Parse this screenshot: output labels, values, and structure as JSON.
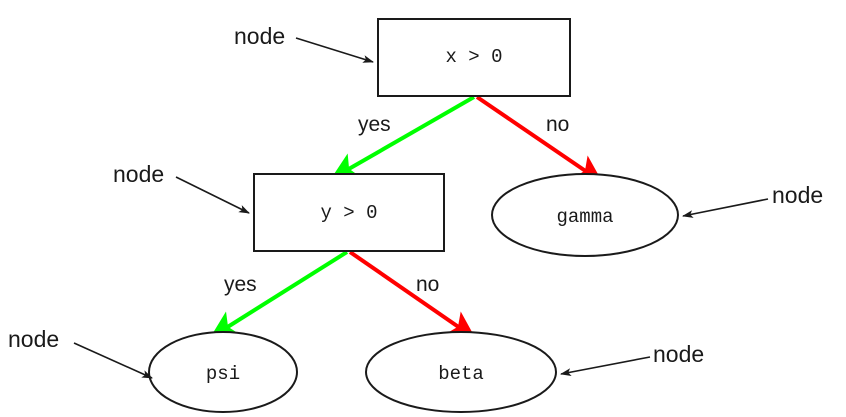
{
  "diagram": {
    "type": "decision-tree",
    "background_color": "#ffffff",
    "colors": {
      "yes_edge": "#00ff00",
      "no_edge": "#ff0000",
      "stroke": "#1a1a1a",
      "text": "#1a1a1a"
    },
    "decision_nodes": [
      {
        "id": "root",
        "label": "x > 0",
        "shape": "rectangle"
      },
      {
        "id": "second",
        "label": "y > 0",
        "shape": "rectangle"
      }
    ],
    "leaf_nodes": [
      {
        "id": "gamma",
        "label": "gamma",
        "shape": "ellipse"
      },
      {
        "id": "psi",
        "label": "psi",
        "shape": "ellipse"
      },
      {
        "id": "beta",
        "label": "beta",
        "shape": "ellipse"
      }
    ],
    "edges": [
      {
        "id": "root-yes",
        "label": "yes",
        "from": "root",
        "to": "second",
        "color": "#00ff00"
      },
      {
        "id": "root-no",
        "label": "no",
        "from": "root",
        "to": "gamma",
        "color": "#ff0000"
      },
      {
        "id": "second-yes",
        "label": "yes",
        "from": "second",
        "to": "psi",
        "color": "#00ff00"
      },
      {
        "id": "second-no",
        "label": "no",
        "from": "second",
        "to": "beta",
        "color": "#ff0000"
      }
    ],
    "callouts": [
      {
        "id": "callout-root",
        "label": "node",
        "target": "root"
      },
      {
        "id": "callout-second",
        "label": "node",
        "target": "second"
      },
      {
        "id": "callout-gamma",
        "label": "node",
        "target": "gamma"
      },
      {
        "id": "callout-psi",
        "label": "node",
        "target": "psi"
      },
      {
        "id": "callout-beta",
        "label": "node",
        "target": "beta"
      }
    ]
  }
}
